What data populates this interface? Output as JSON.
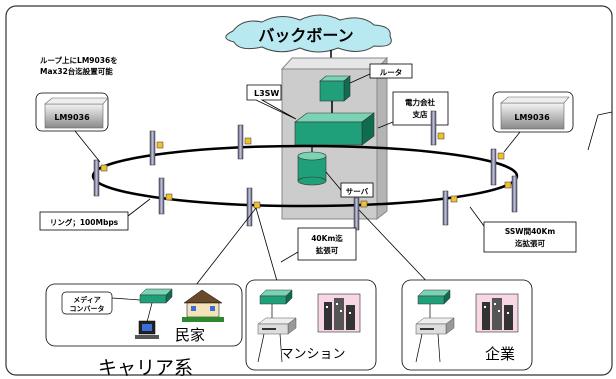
{
  "backbone": {
    "label": "バックボーン"
  },
  "note_loop": {
    "line1": "ループ上にLM9036を",
    "line2": "Max32台迄設置可能"
  },
  "lm9036_left": {
    "label": "LM9036"
  },
  "lm9036_right": {
    "label": "LM9036"
  },
  "l3sw": {
    "label": "L3SW"
  },
  "router": {
    "label": "ルータ"
  },
  "power_company": {
    "line1": "電力会社",
    "line2": "支店"
  },
  "server": {
    "label": "サーバ"
  },
  "ring": {
    "label": "リング；100Mbps"
  },
  "ssw_distance": {
    "line1": "SSW間40Km",
    "line2": "迄拡張可"
  },
  "extension_40km": {
    "line1": "40Km迄",
    "line2": "拡張可"
  },
  "media_converter": {
    "line1": "メディア",
    "line2": "コンバータ"
  },
  "house": {
    "label": "民家"
  },
  "mansion": {
    "label": "マンション"
  },
  "company": {
    "label": "企業"
  },
  "carrier": {
    "label": "キャリア系"
  },
  "colors": {
    "backbone_cloud": "#b8e8f0",
    "switch_green": "#1fa07a",
    "building_box": "#c8c8c8",
    "ring_tap": "#f0c030",
    "callout_bg": "#ffffff"
  }
}
